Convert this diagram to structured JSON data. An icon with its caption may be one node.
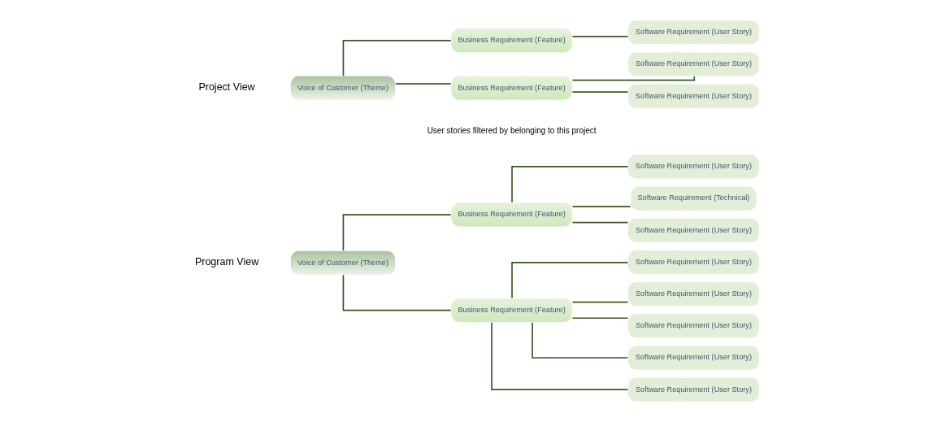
{
  "diagram": {
    "nodes": [
      {
        "text": [
          "Voice of Customer (Theme)"
        ]
      },
      {
        "text": [
          "Business Requirement (Feature)"
        ]
      },
      {
        "text": [
          "Business Requirement (Feature)"
        ]
      },
      {
        "text": [
          "Software Requirement (User Story)"
        ]
      },
      {
        "text": [
          "Software Requirement (User Story)"
        ]
      },
      {
        "text": [
          "Software Requirement (User Story)"
        ]
      },
      {
        "text": [
          "Software Requirement (User Story)"
        ]
      },
      {
        "text": [
          "Software Requirement (User Story)"
        ]
      },
      {
        "text": [
          "Software Requirement (User Story)"
        ]
      },
      {
        "text": [
          "Software Requirement (Technical)"
        ]
      },
      {
        "text": [
          "Software Requirement (User Story)"
        ]
      },
      {
        "text": [
          "Voice of Customer (Theme)"
        ]
      },
      {
        "text": [
          "Business Requirement (Feature)"
        ]
      },
      {
        "text": [
          "Business Requirement (Feature)"
        ]
      },
      {
        "text": [
          "Software Requirement (User Story)"
        ]
      },
      {
        "text": [
          "Software Requirement (User Story)"
        ]
      },
      {
        "text": [
          "Software Requirement (User Story)"
        ]
      }
    ],
    "edges": [
      {
        "from": 0,
        "to": 1,
        "arrow": "none"
      },
      {
        "from": 0,
        "to": 2,
        "arrow": "none"
      },
      {
        "from": 1,
        "to": 3,
        "arrow": "none"
      },
      {
        "from": 1,
        "to": 4,
        "arrow": "none"
      },
      {
        "from": 1,
        "to": 5,
        "arrow": "none"
      },
      {
        "from": 1,
        "to": 6,
        "arrow": "none"
      },
      {
        "from": 1,
        "to": 7,
        "arrow": "none"
      },
      {
        "from": 2,
        "to": 8,
        "arrow": "none"
      },
      {
        "from": 2,
        "to": 9,
        "arrow": "none"
      },
      {
        "from": 2,
        "to": 10,
        "arrow": "none"
      },
      {
        "from": 11,
        "to": 12,
        "arrow": "none"
      },
      {
        "from": 11,
        "to": 13,
        "arrow": "none"
      },
      {
        "from": 12,
        "to": 14,
        "arrow": "none"
      },
      {
        "from": 12,
        "to": 15,
        "arrow": "none"
      },
      {
        "from": 13,
        "to": 16,
        "arrow": "none"
      }
    ],
    "labels": [
      "Program View",
      "Project View",
      "User stories filtered by belonging to this project"
    ]
  }
}
